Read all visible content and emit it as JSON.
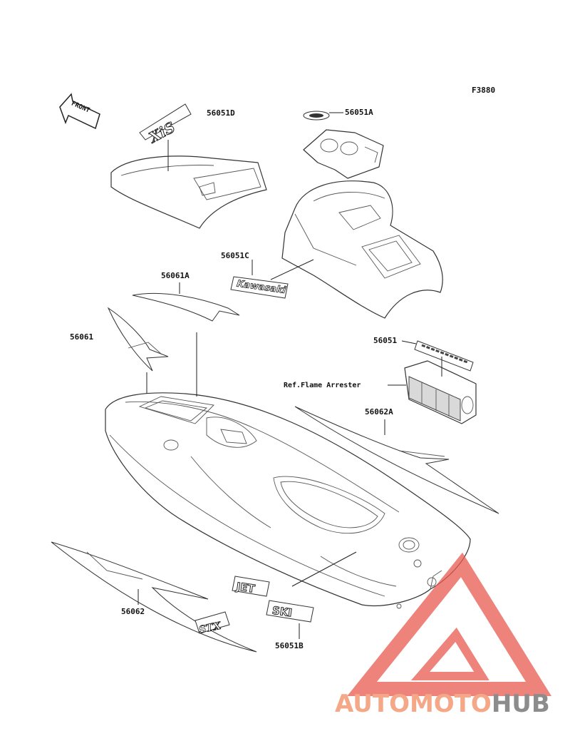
{
  "diagram": {
    "code": "F3880",
    "front_marker": "FRONT",
    "parts": [
      {
        "id": "56051D"
      },
      {
        "id": "56051A"
      },
      {
        "id": "56051C"
      },
      {
        "id": "56061A"
      },
      {
        "id": "56061"
      },
      {
        "id": "56051"
      },
      {
        "id": "56062A"
      },
      {
        "id": "56062"
      },
      {
        "id": "56051B"
      }
    ],
    "reference": "Ref.Flame Arrester",
    "decal_text": {
      "xis": "XiS",
      "kawasaki": "Kawasaki",
      "jet": "JET",
      "ski": "SKI",
      "stx": "STX",
      "stripe": "Kawasaki"
    }
  },
  "watermark": {
    "part_a": "AUTOMOTO",
    "part_b": "HUB",
    "color_a": "#f4a888",
    "color_b": "#8c8c8c",
    "logo_color": "#e85a4f"
  }
}
